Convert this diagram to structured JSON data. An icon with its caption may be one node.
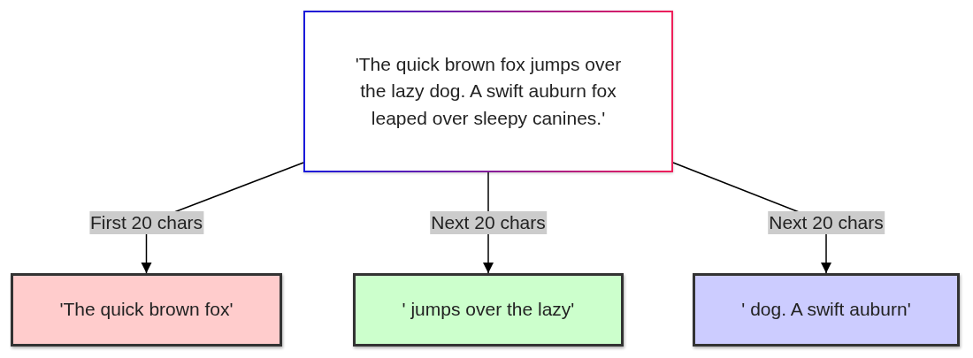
{
  "diagram": {
    "nodes": [
      {
        "text": [
          "'The quick brown fox jumps over the lazy dog. A swift auburn fox leaped over sleepy canines.'"
        ]
      },
      {
        "text": [
          "'The quick brown fox'"
        ]
      },
      {
        "text": [
          "' jumps over the lazy'"
        ]
      },
      {
        "text": [
          "' dog. A swift auburn'"
        ]
      }
    ],
    "edges": [
      {
        "from": 0,
        "to": 1,
        "arrow": "to",
        "label": "First 20 chars"
      },
      {
        "from": 0,
        "to": 2,
        "arrow": "to",
        "label": "Next 20 chars"
      },
      {
        "from": 0,
        "to": 3,
        "arrow": "to",
        "label": "Next 20 chars"
      }
    ]
  }
}
